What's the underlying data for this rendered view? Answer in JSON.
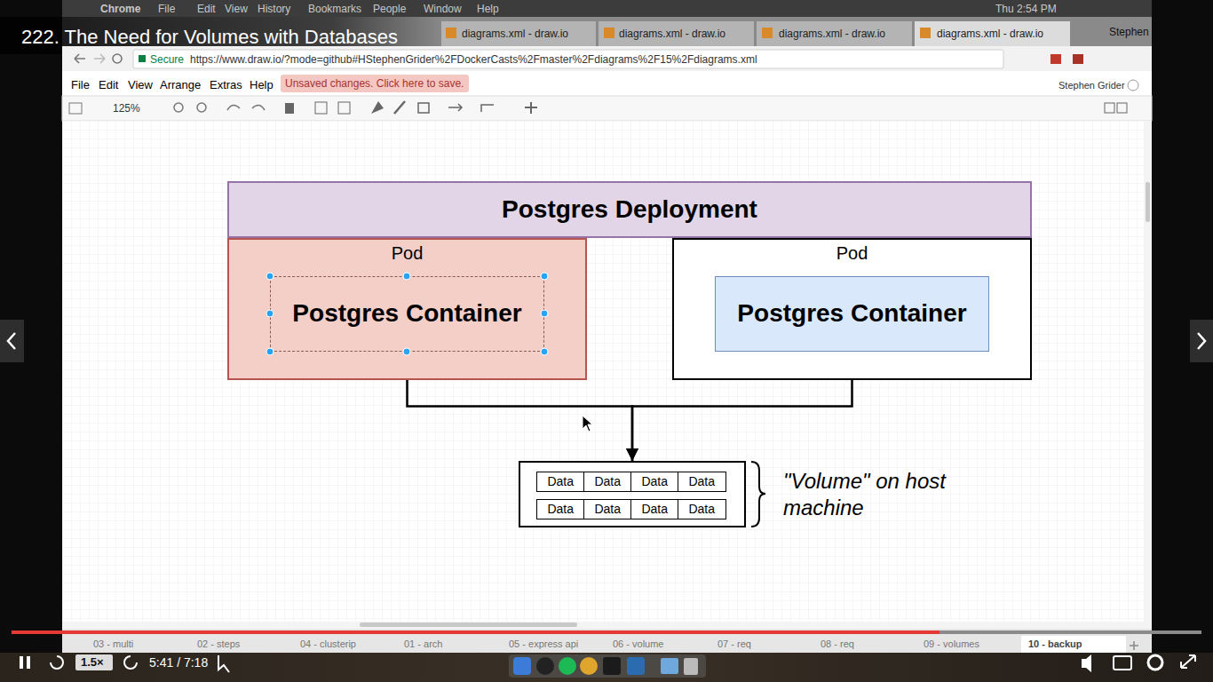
{
  "diagram": {
    "title": "222. The Need for Volumes with Databases",
    "nodes": [
      {
        "text": [
          "Postgres Deployment"
        ]
      },
      {
        "text": [
          "Pod"
        ]
      },
      {
        "text": [
          "Postgres Container"
        ],
        "in": 1
      },
      {
        "text": [
          "Pod"
        ]
      },
      {
        "text": [
          "Postgres Container"
        ],
        "in": 3
      },
      {
        "text": [
          "\"Volume\" on host machine"
        ]
      },
      {
        "text": [
          "Data"
        ],
        "in": 5
      },
      {
        "text": [
          "Data"
        ],
        "in": 5
      },
      {
        "text": [
          "Data"
        ],
        "in": 5
      },
      {
        "text": [
          "Data"
        ],
        "in": 5
      },
      {
        "text": [
          "Data"
        ],
        "in": 5
      },
      {
        "text": [
          "Data"
        ],
        "in": 5
      },
      {
        "text": [
          "Data"
        ],
        "in": 5
      },
      {
        "text": [
          "Data"
        ],
        "in": 5
      }
    ],
    "edges": [
      {
        "from": 2,
        "to": 5,
        "arrow": "to"
      },
      {
        "from": 4,
        "to": 5,
        "arrow": "to"
      }
    ],
    "labels": [
      "Chrome",
      "File",
      "Edit",
      "View",
      "History",
      "Bookmarks",
      "People",
      "Window",
      "Help",
      "Thu 2:54 PM",
      "diagrams.xml - draw.io",
      "diagrams.xml - draw.io",
      "diagrams.xml - draw.io",
      "diagrams.xml - draw.io",
      "Stephen",
      "Secure",
      "https://www.draw.io/?mode=github#HStephenGrider%2FDockerCasts%2Fmaster%2Fdiagrams%2F15%2Fdiagrams.xml",
      "File",
      "Edit",
      "View",
      "Arrange",
      "Extras",
      "Help",
      "Unsaved changes. Click here to save.",
      "Stephen Grider",
      "125%",
      "03 - multi",
      "02 - steps",
      "04 - clusterip",
      "01 - arch",
      "05 - express api",
      "06 - volume",
      "07 - req",
      "08 - req",
      "09 - volumes",
      "10 - backup",
      "1.5×",
      "5:41 / 7:18"
    ]
  }
}
